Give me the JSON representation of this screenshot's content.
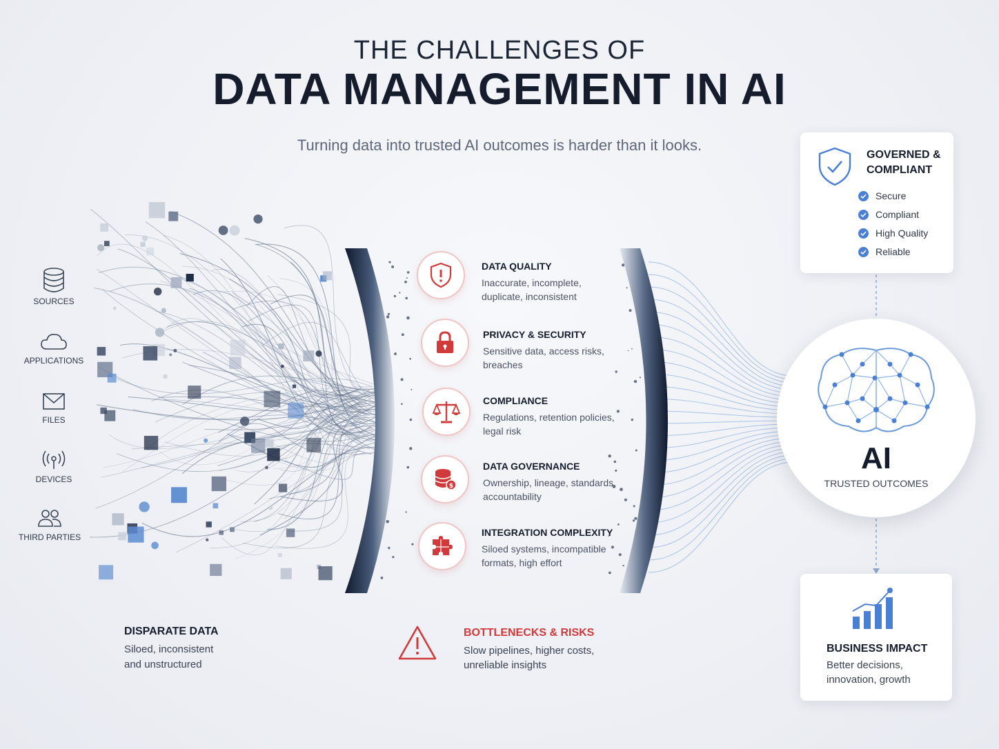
{
  "header": {
    "title_line1": "THE CHALLENGES OF",
    "title_line2": "DATA MANAGEMENT IN AI",
    "subtitle": "Turning data into trusted AI outcomes is harder than it looks."
  },
  "sources": [
    {
      "label": "SOURCES",
      "icon": "database-icon"
    },
    {
      "label": "APPLICATIONS",
      "icon": "cloud-icon"
    },
    {
      "label": "FILES",
      "icon": "envelope-icon"
    },
    {
      "label": "DEVICES",
      "icon": "wireless-device-icon"
    },
    {
      "label": "THIRD PARTIES",
      "icon": "users-icon"
    }
  ],
  "challenges": [
    {
      "title": "DATA QUALITY",
      "desc": "Inaccurate, incomplete, duplicate, inconsistent",
      "icon": "shield-alert-icon"
    },
    {
      "title": "PRIVACY & SECURITY",
      "desc": "Sensitive data, access risks, breaches",
      "icon": "lock-icon"
    },
    {
      "title": "COMPLIANCE",
      "desc": "Regulations, retention policies, legal risk",
      "icon": "scales-icon"
    },
    {
      "title": "DATA GOVERNANCE",
      "desc": "Ownership, lineage, standards, accountability",
      "icon": "database-coin-icon"
    },
    {
      "title": "INTEGRATION COMPLEXITY",
      "desc": "Siloed systems, incompatible formats, high effort",
      "icon": "puzzle-icon"
    }
  ],
  "governed": {
    "title_line1": "GOVERNED &",
    "title_line2": "COMPLIANT",
    "items": [
      "Secure",
      "Compliant",
      "High Quality",
      "Reliable"
    ]
  },
  "ai": {
    "label": "AI",
    "subtitle": "TRUSTED OUTCOMES"
  },
  "business": {
    "title": "BUSINESS IMPACT",
    "desc_line1": "Better decisions,",
    "desc_line2": "innovation, growth"
  },
  "disparate": {
    "title": "DISPARATE DATA",
    "desc_line1": "Siloed, inconsistent",
    "desc_line2": "and unstructured"
  },
  "bottlenecks": {
    "title": "BOTTLENECKS & RISKS",
    "desc_line1": "Slow pipelines, higher costs,",
    "desc_line2": "unreliable insights"
  },
  "colors": {
    "dark_navy": "#1c2a44",
    "accent_red": "#d03a3a",
    "accent_blue": "#4a7fd4"
  }
}
